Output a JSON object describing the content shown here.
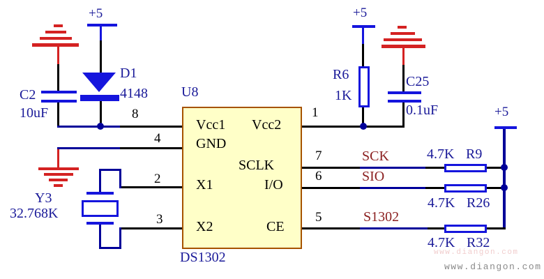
{
  "schematic": {
    "chip": {
      "ref": "U8",
      "part": "DS1302",
      "pins": {
        "vcc1": {
          "num": "8",
          "label": "Vcc1"
        },
        "gnd": {
          "num": "4",
          "label": "GND"
        },
        "x1": {
          "num": "2",
          "label": "X1"
        },
        "x2": {
          "num": "3",
          "label": "X2"
        },
        "vcc2": {
          "num": "1",
          "label": "Vcc2"
        },
        "sclk": {
          "num": "7",
          "label": "SCLK"
        },
        "io": {
          "num": "6",
          "label": "I/O"
        },
        "ce": {
          "num": "5",
          "label": "CE"
        }
      }
    },
    "power": {
      "left": "+5",
      "mid": "+5",
      "right": "+5"
    },
    "components": {
      "c2": {
        "ref": "C2",
        "value": "10uF"
      },
      "d1": {
        "ref": "D1",
        "value": "4148"
      },
      "y3": {
        "ref": "Y3",
        "value": "32.768K"
      },
      "r6": {
        "ref": "R6",
        "value": "1K"
      },
      "c25": {
        "ref": "C25",
        "value": "0.1uF"
      },
      "r9": {
        "value": "4.7K",
        "ref": "R9"
      },
      "r26": {
        "value": "4.7K",
        "ref": "R26"
      },
      "r32": {
        "value": "4.7K",
        "ref": "R32"
      }
    },
    "net_labels": {
      "sck": "SCK",
      "sio": "SIO",
      "s1302": "S1302"
    }
  },
  "watermark": "www.diangon.com",
  "colors": {
    "wire": "#000000",
    "wire_navy": "#000099",
    "symbol_blue": "#1515dd",
    "ground_red": "#d42222",
    "net_label": "#8b1f1f",
    "component_label": "#1a1a99",
    "chip_fill": "#ffffc8",
    "chip_border": "#a65200",
    "watermark_gray": "#8a8a8a"
  }
}
